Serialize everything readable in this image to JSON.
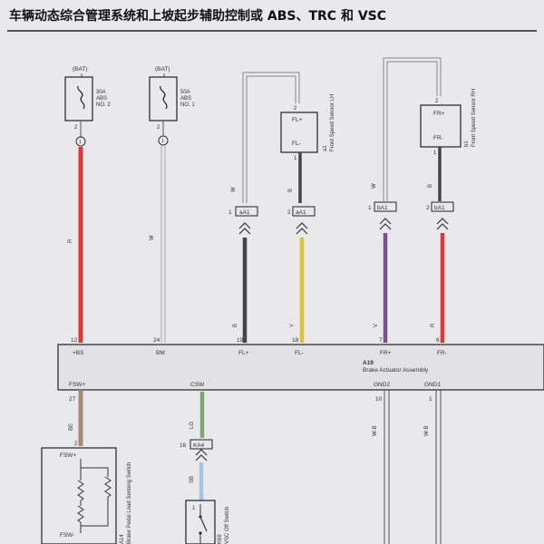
{
  "header": {
    "title": "车辆动态综合管理系统和上坡起步辅助控制或 ABS、TRC 和 VSC"
  },
  "fuses": [
    {
      "source": "(BAT)",
      "rating": "30A",
      "name1": "ABS",
      "name2": "NO. 2",
      "pin": "2",
      "connector": "1"
    },
    {
      "source": "(BAT)",
      "rating": "50A",
      "name1": "ABS",
      "name2": "NO. 1",
      "pin": "2",
      "connector": "1"
    }
  ],
  "sensors": {
    "fl": {
      "id": "a1",
      "name": "Front Speed Sensor LH",
      "pin_plus": "FL+",
      "pin_minus": "FL-",
      "top_pin": "2",
      "bottom_pin": "1"
    },
    "fr": {
      "id": "b1",
      "name": "Front Speed Sensor RH",
      "pin_plus": "FR+",
      "pin_minus": "FR-",
      "top_pin": "2",
      "bottom_pin": "1"
    }
  },
  "connectors": {
    "fl_left": {
      "pin": "1",
      "code": "aA1"
    },
    "fl_right": {
      "pin": "2",
      "code": "aA1"
    },
    "fr_left": {
      "pin": "1",
      "code": "bA1"
    },
    "fr_right": {
      "pin": "2",
      "code": "bA1"
    },
    "ka4": {
      "pin": "16",
      "code": "KA4"
    }
  },
  "wire_colors": {
    "r": "R",
    "w": "W",
    "b": "B",
    "y": "Y",
    "v": "V",
    "lg": "LG",
    "sb": "SB",
    "be": "BE",
    "wb": "W-B"
  },
  "actuator": {
    "id": "A19",
    "name": "Brake Actuator Assembly",
    "top_pins": [
      {
        "num": "12",
        "name": "+BS"
      },
      {
        "num": "24",
        "name": "BM"
      },
      {
        "num": "19",
        "name": "FL+"
      },
      {
        "num": "18",
        "name": "FL-"
      },
      {
        "num": "7",
        "name": "FR+"
      },
      {
        "num": "6",
        "name": "FR-"
      }
    ],
    "bottom_pins": [
      {
        "num": "27",
        "name": "FSW+"
      },
      {
        "num": "",
        "name": "CSW"
      },
      {
        "num": "10",
        "name": "GND2"
      },
      {
        "num": "1",
        "name": "GND1"
      }
    ]
  },
  "pedal_switch": {
    "id": "A14",
    "name": "Brake Pedal Load Sensing Switch",
    "pin_plus": "FSW+",
    "pin_minus": "FSW-",
    "pin_top": "2"
  },
  "vsc_switch": {
    "id": "K69",
    "name": "VSC Off Switch",
    "pin": "1"
  },
  "colors": {
    "red": "#d83a3a",
    "dark": "#454545",
    "yellow": "#e3bd3c",
    "purple": "#7a4f96",
    "tan": "#a08c78",
    "green": "#7ea86c",
    "lightblue": "#a6c4e0"
  }
}
